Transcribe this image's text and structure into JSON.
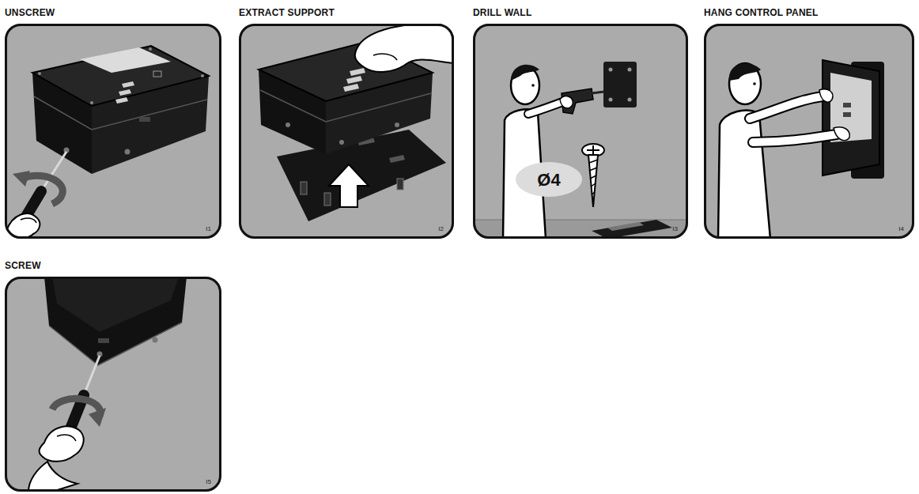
{
  "diagram": {
    "nodes": [
      {
        "text": [
          "UNSCREW",
          "I1"
        ]
      },
      {
        "text": [
          "EXTRACT SUPPORT",
          "I2"
        ]
      },
      {
        "text": [
          "DRILL WALL",
          "I3"
        ]
      },
      {
        "text": [
          "HANG CONTROL PANEL",
          "I4"
        ]
      },
      {
        "text": [
          "SCREW",
          "I5"
        ]
      }
    ],
    "labels": [
      "Ø4"
    ]
  }
}
